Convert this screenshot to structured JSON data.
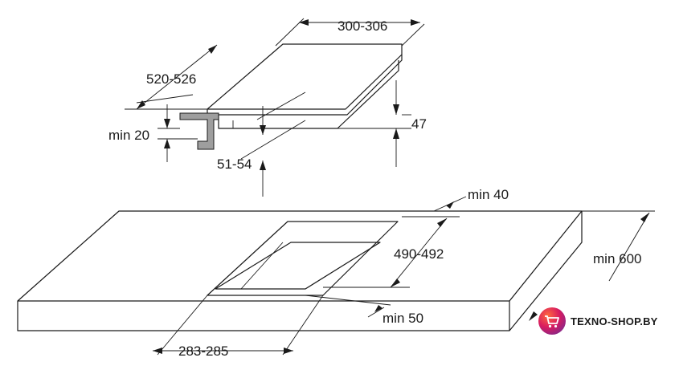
{
  "dimensions": {
    "hob_width": "300-306",
    "hob_depth": "520-526",
    "hob_height": "47",
    "min_front_clearance": "min 20",
    "cutout_offset": "51-54",
    "min_back_wall": "min 40",
    "cutout_depth": "490-492",
    "min_worktop_depth": "min 600",
    "min_front_edge": "min 50",
    "cutout_width": "283-285"
  },
  "watermark": {
    "text": "TEXNO-SHOP.BY",
    "icon": "shopping-cart-icon"
  },
  "colors": {
    "line": "#1a1a1a",
    "bracket": "#9e9e9e",
    "badge_gradient": [
      "#ff6a3d",
      "#d81b60",
      "#5b2d9e"
    ]
  }
}
